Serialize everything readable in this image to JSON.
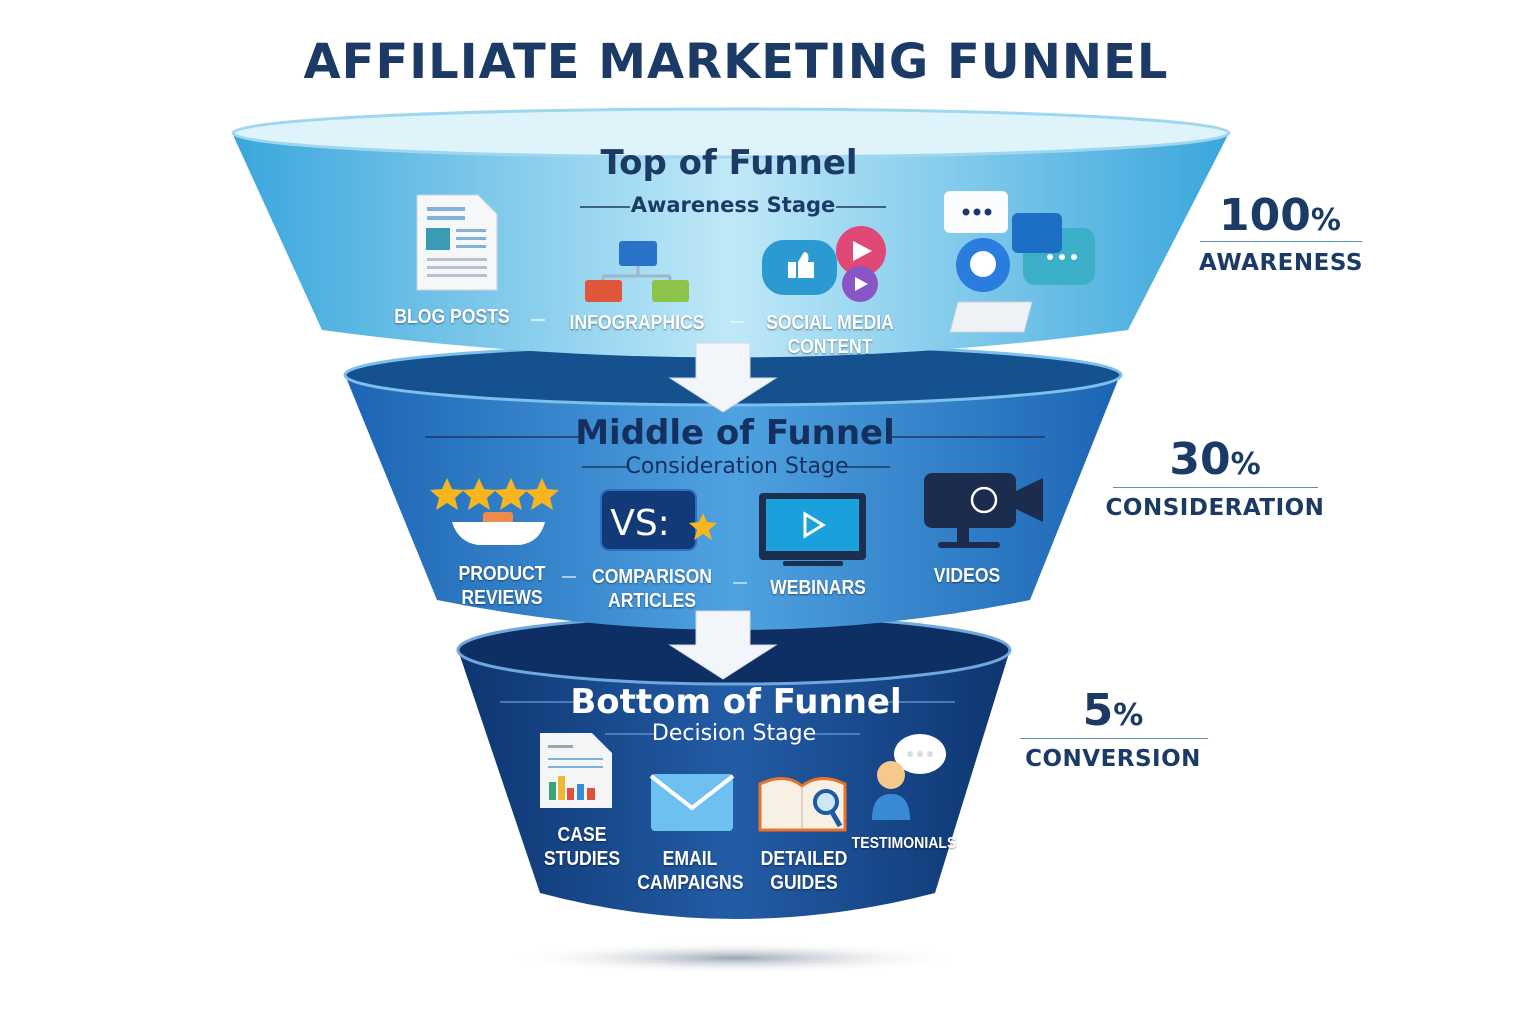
{
  "title": "AFFILIATE MARKETING FUNNEL",
  "colors": {
    "title": "#1b3a66",
    "top": "#5cc0ea",
    "middle": "#2a7fd0",
    "bottom": "#123f82"
  },
  "stages": [
    {
      "title": "Top of Funnel",
      "subtitle": "Awareness Stage",
      "percent": "100",
      "percent_sign": "%",
      "metric": "AWARENESS",
      "items": [
        {
          "label": "BLOG POSTS",
          "icon": "document-icon"
        },
        {
          "label": "INFOGRAPHICS",
          "icon": "flowchart-icon"
        },
        {
          "label": "SOCIAL MEDIA CONTENT",
          "icon": "social-media-icon"
        },
        {
          "label": "",
          "icon": "chat-bubbles-icon"
        }
      ]
    },
    {
      "title": "Middle of Funnel",
      "subtitle": "Consideration Stage",
      "percent": "30",
      "percent_sign": "%",
      "metric": "CONSIDERATION",
      "items": [
        {
          "label": "PRODUCT REVIEWS",
          "icon": "star-rating-icon"
        },
        {
          "label": "COMPARISON ARTICLES",
          "icon": "versus-icon"
        },
        {
          "label": "WEBINARS",
          "icon": "monitor-play-icon"
        },
        {
          "label": "VIDEOS",
          "icon": "video-camera-icon"
        }
      ]
    },
    {
      "title": "Bottom of Funnel",
      "subtitle": "Decision Stage",
      "percent": "5",
      "percent_sign": "%",
      "metric": "CONVERSION",
      "items": [
        {
          "label": "CASE STUDIES",
          "icon": "report-icon"
        },
        {
          "label": "EMAIL CAMPAIGNS",
          "icon": "envelope-icon"
        },
        {
          "label": "DETAILED GUIDES",
          "icon": "book-search-icon"
        },
        {
          "label": "TESTIMONIALS",
          "icon": "person-speech-icon"
        }
      ]
    }
  ]
}
